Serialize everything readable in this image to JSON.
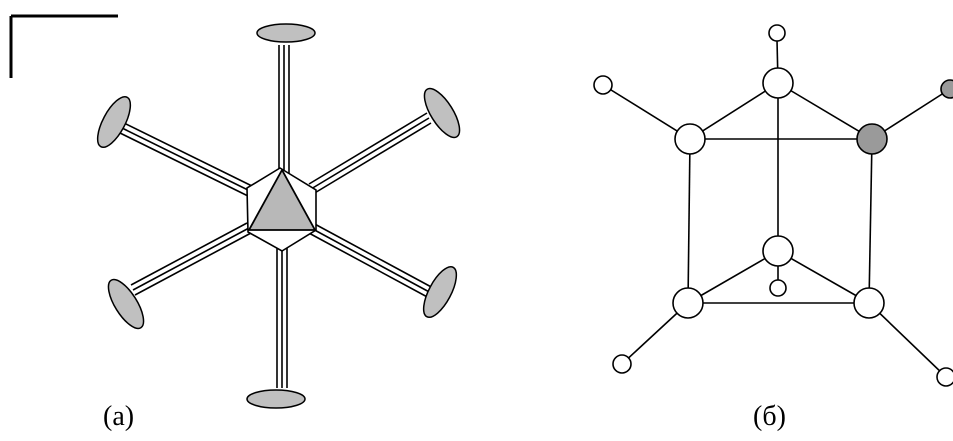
{
  "panels": [
    {
      "id": "a",
      "caption": "(а)"
    },
    {
      "id": "b",
      "caption": "(б)"
    }
  ],
  "colors": {
    "line": "#000000",
    "ligand_fill": "#c0c0c0",
    "ring_fill": "#ffffff",
    "triangle_fill": "#b8b8b8",
    "atom_fill": "#ffffff",
    "highlight_atom_fill": "#9a9a9a"
  }
}
